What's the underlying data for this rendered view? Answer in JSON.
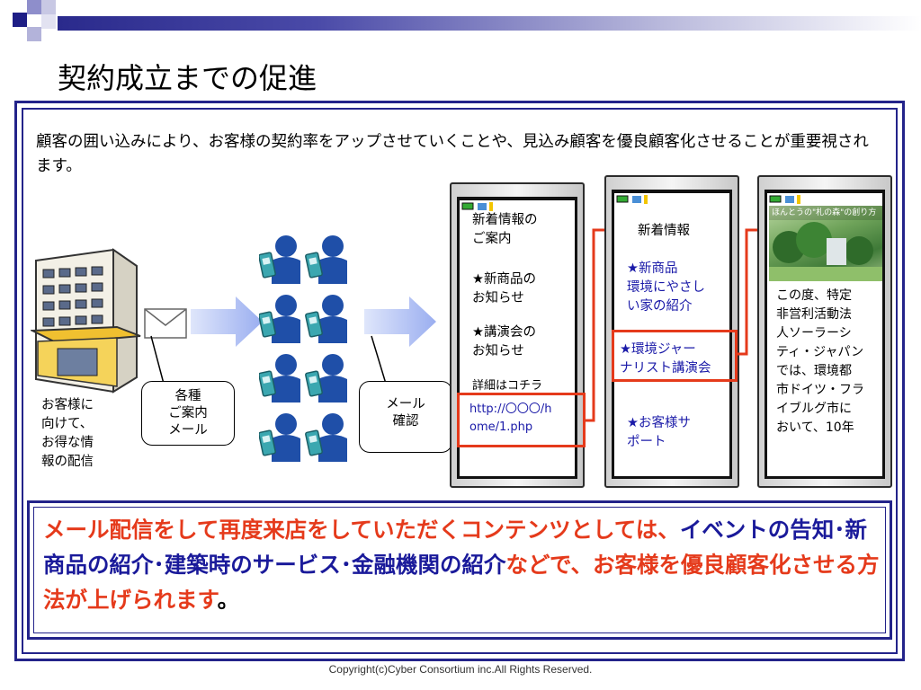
{
  "title": "契約成立までの促進",
  "intro": "顧客の囲い込みにより、お客様の契約率をアップさせていくことや、見込み顧客を優良顧客化させることが重要視されます。",
  "left_caption": [
    "お客様に",
    "向けて、",
    "お得な情",
    "報の配信"
  ],
  "callout_mail": [
    "各種",
    "ご案内",
    "メール"
  ],
  "callout_check": [
    "メール",
    "確認"
  ],
  "phone1": {
    "line1": [
      "新着情報の",
      "ご案内"
    ],
    "line2": [
      "★新商品の",
      "お知らせ"
    ],
    "line3": [
      "★講演会の",
      "お知らせ"
    ],
    "line4": "詳細はコチラ",
    "link": [
      "http://〇〇〇/h",
      "ome/1.php"
    ]
  },
  "phone2": {
    "header": "新着情報",
    "item1": [
      "★新商品",
      "環境にやさし",
      "い家の紹介"
    ],
    "item2": [
      "★環境ジャー",
      "ナリスト講演会"
    ],
    "item3": [
      "★お客様サ",
      "ポート"
    ]
  },
  "phone3": {
    "banner": "ほんとうの\"札の森\"の創り方",
    "text": [
      "この度、特定",
      "非営利活動法",
      "人ソーラーシ",
      "ティ・ジャパン",
      "では、環境都",
      "市ドイツ・フラ",
      "イブルグ市に",
      "おいて、10年"
    ]
  },
  "summary": {
    "seg1": "メール配信をして再度来店をしていただくコンテンツとしては、",
    "seg2": "イベントの告知･新商品の紹介･建築時のサービス･金融機関の紹介",
    "seg3": "などで、お客様を優良顧客化させる方法が上げられます",
    "seg4": "。"
  },
  "copyright": "Copyright(c)Cyber Consortium inc.All Rights Reserved.",
  "colors": {
    "navy": "#23238a",
    "accent_red": "#e53a1b",
    "person_blue": "#1f4fa8",
    "phone_teal": "#3ba7b0"
  }
}
